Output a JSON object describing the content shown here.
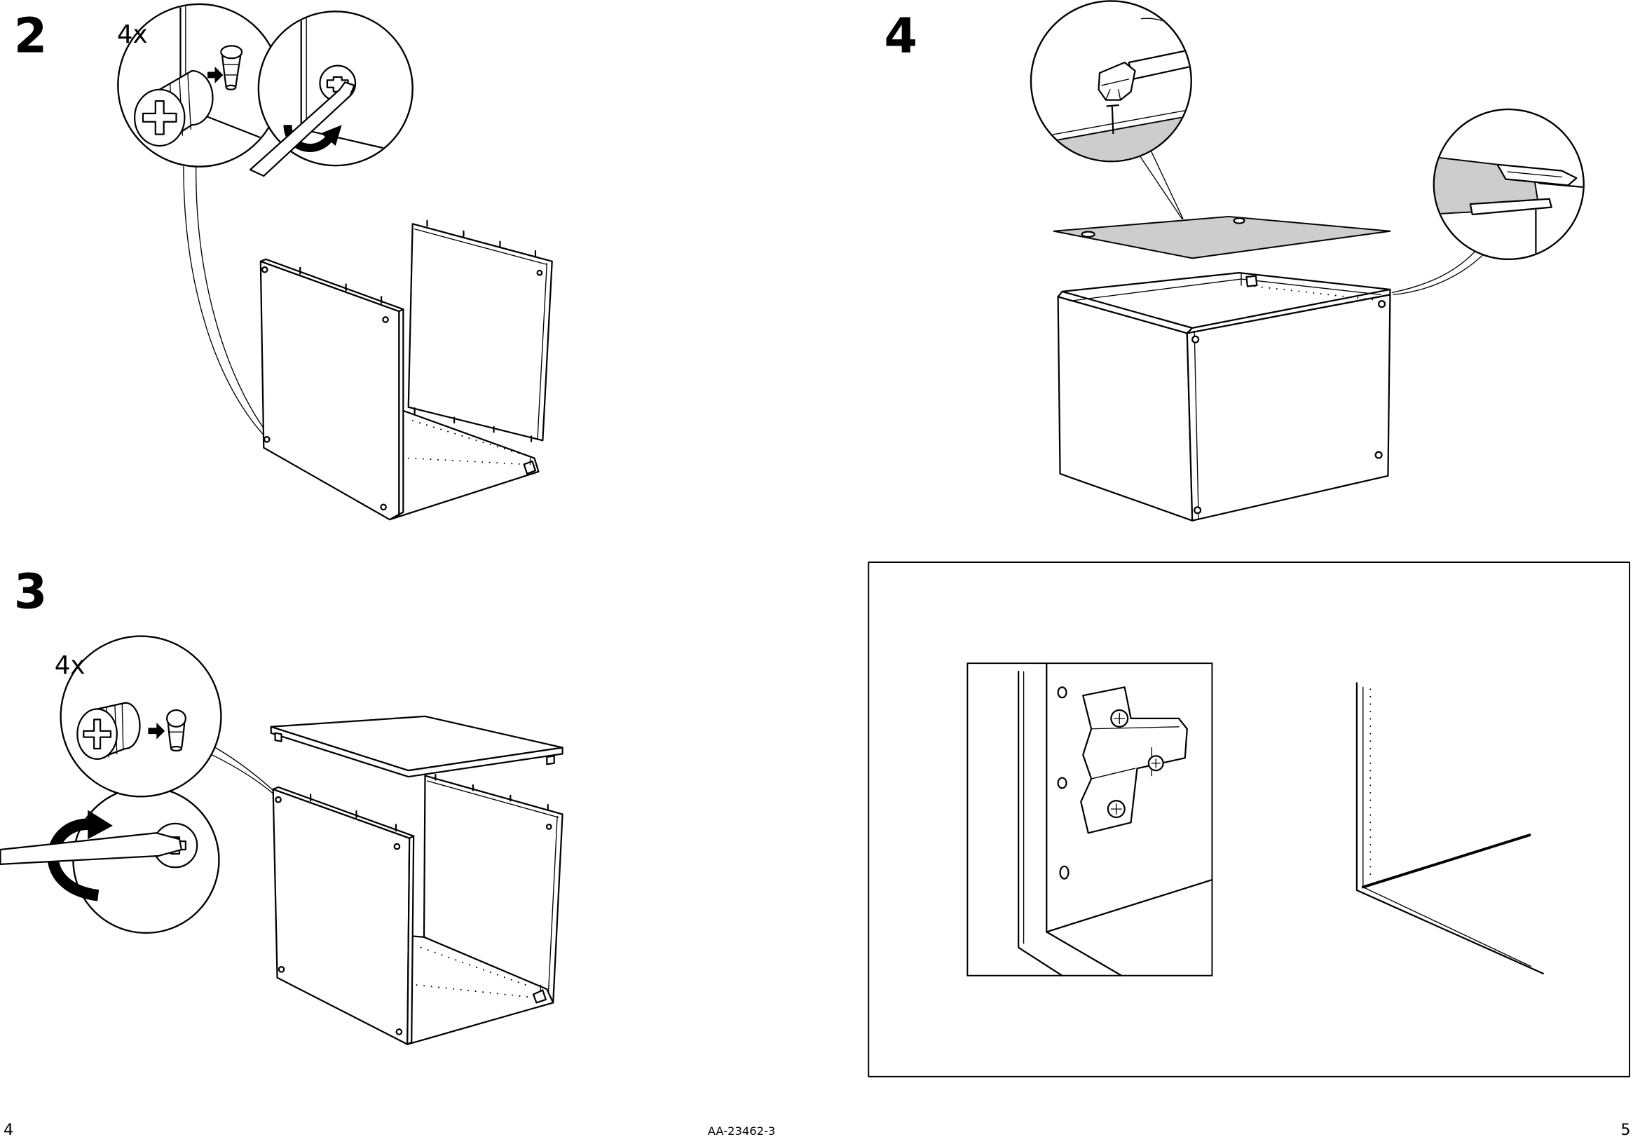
{
  "steps": {
    "step2": {
      "number": "2",
      "quantity": "4x"
    },
    "step3": {
      "number": "3",
      "quantity": "4x"
    },
    "step4": {
      "number": "4"
    }
  },
  "footer": {
    "left_page": "4",
    "doc_id": "AA-23462-3",
    "right_page": "5"
  },
  "icons": [
    "rotation-arrow-icon",
    "insert-arrow-icon",
    "screwdriver-icon",
    "hammer-icon"
  ],
  "colors": {
    "ink": "#000000",
    "panel_fill": "#cdcdcd",
    "paper": "#ffffff"
  }
}
